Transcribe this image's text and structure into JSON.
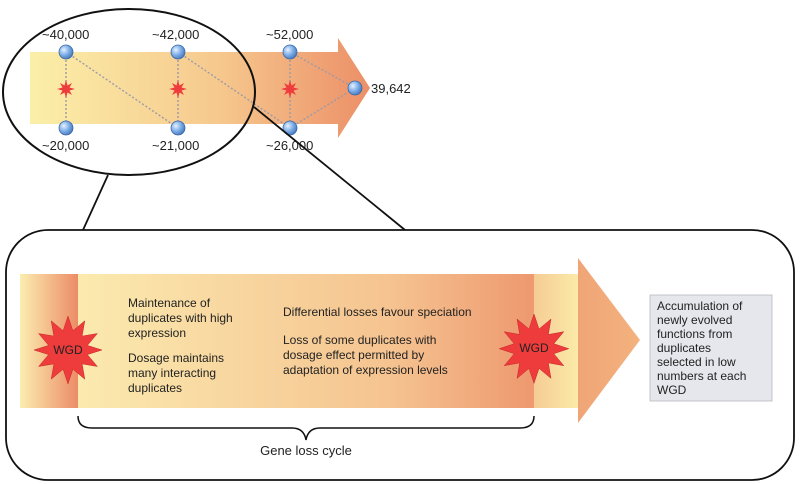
{
  "top_panel": {
    "upper_counts": [
      "~40,000",
      "~42,000",
      "~52,000"
    ],
    "lower_counts": [
      "~20,000",
      "~21,000",
      "~26,000"
    ],
    "final_count": "39,642"
  },
  "bottom_panel": {
    "wgd_left": "WGD",
    "wgd_right": "WGD",
    "col1": [
      [
        "Maintenance of",
        "duplicates with high",
        "expression"
      ],
      [
        "Dosage maintains",
        "many interacting",
        "duplicates"
      ]
    ],
    "col2": [
      [
        "Differential losses favour speciation"
      ],
      [
        "Loss of some duplicates with",
        "dosage effect permitted by",
        "adaptation of expression levels"
      ]
    ],
    "brace_label": "Gene loss cycle",
    "outcome_box": [
      "Accumulation of",
      "newly evolved",
      "functions from",
      "duplicates",
      "selected in low",
      "numbers at each",
      "WGD"
    ]
  },
  "colors": {
    "arrow_start": "#fbefa8",
    "arrow_end": "#ec8f68",
    "star": "#ee3b3b",
    "node": "#6fa3e0",
    "outcome_box": "#e6e7ec"
  }
}
